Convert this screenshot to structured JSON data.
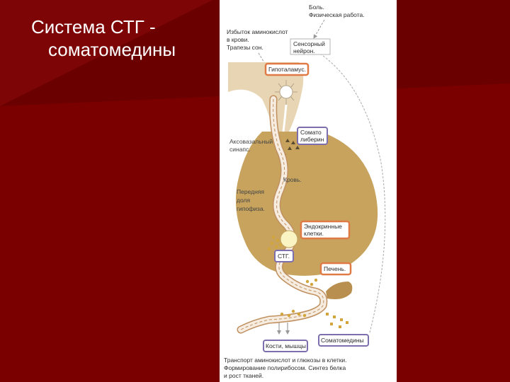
{
  "slide": {
    "title_line1": "Система СТГ -",
    "title_line2": "соматомедины"
  },
  "diagram": {
    "top_labels": {
      "pain": "Боль.",
      "physical_work": "Физическая работа."
    },
    "left_labels": {
      "amino_excess_line1": "Избыток аминокислот",
      "amino_excess_line2": "в крови.",
      "sleep_phases": "Трапезы сон."
    },
    "boxes": {
      "sensory_neuron_line1": "Сенсорный",
      "sensory_neuron_line2": "нейрон.",
      "hypothalamus": "Гипоталамус.",
      "somatoliberin_line1": "Сомато",
      "somatoliberin_line2": "либерин",
      "endocrine_cells_line1": "Эндокринные",
      "endocrine_cells_line2": "клетки.",
      "stg": "СТГ.",
      "liver": "Печень.",
      "bones_muscles": "Кости, мышцы",
      "somatomedins": "Соматомедины"
    },
    "inner_labels": {
      "axon_synapse_line1": "Аксовазальный",
      "axon_synapse_line2": "синапс.",
      "blood": "Кровь.",
      "anterior_lobe_line1": "Передняя",
      "anterior_lobe_line2": "доля",
      "anterior_lobe_line3": "гипофиза."
    },
    "bottom_caption": {
      "line1": "Транспорт аминокислот и глюкозы в клетки.",
      "line2": "Формирование полирибосом. Синтез белка",
      "line3": "и рост тканей."
    }
  }
}
